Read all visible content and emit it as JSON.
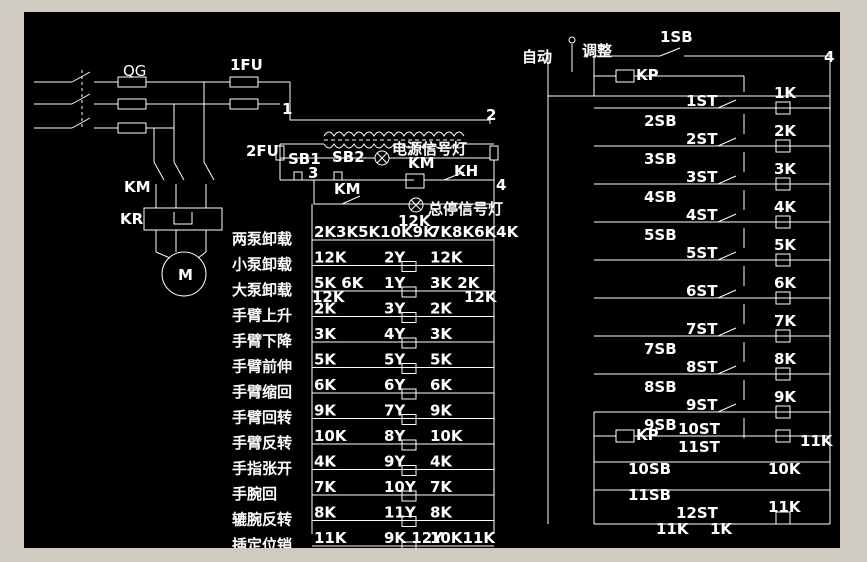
{
  "left": {
    "qg": "QG",
    "fu1": "1FU",
    "n1": "1",
    "n2": "2",
    "km": "KM",
    "kr": "KR",
    "motor": "M"
  },
  "mid": {
    "fu2": "2FU",
    "sb1": "SB1",
    "sb2": "SB2",
    "n3": "3",
    "n4": "4",
    "km_a": "KM",
    "km_b": "KM",
    "kh": "KH",
    "power_lamp": "电源信号灯",
    "stop_lamp": "总停信号灯",
    "k12_top": "12K",
    "rows": [
      {
        "label": "两泵卸载",
        "c1": "2K3K5K10K9K",
        "c2": "",
        "c3": "7K8K6K4K"
      },
      {
        "label": "小泵卸载",
        "c1": "12K",
        "c2": "2Y",
        "c3": "12K"
      },
      {
        "label": "大泵卸载",
        "c1": "5K 6K",
        "c2": "1Y",
        "c3": "3K 2K"
      },
      {
        "label": "手臂上升",
        "c1": "2K",
        "c2": "3Y",
        "c3": "2K"
      },
      {
        "label": "手臂下降",
        "c1": "3K",
        "c2": "4Y",
        "c3": "3K"
      },
      {
        "label": "手臂前伸",
        "c1": "5K",
        "c2": "5Y",
        "c3": "5K"
      },
      {
        "label": "手臂缩回",
        "c1": "6K",
        "c2": "6Y",
        "c3": "6K"
      },
      {
        "label": "手臂回转",
        "c1": "9K",
        "c2": "7Y",
        "c3": "9K"
      },
      {
        "label": "手臂反转",
        "c1": "10K",
        "c2": "8Y",
        "c3": "10K"
      },
      {
        "label": "手指张开",
        "c1": "4K",
        "c2": "9Y",
        "c3": "4K"
      },
      {
        "label": "手腕回",
        "c1": "7K",
        "c2": "10Y",
        "c3": "7K"
      },
      {
        "label": "辘腕反转",
        "c1": "8K",
        "c2": "11Y",
        "c3": "8K"
      },
      {
        "label": "插定位销",
        "c1": "11K",
        "c2": "9K 12Y",
        "c3": "10K11K"
      }
    ],
    "k12_a": "12K",
    "k12_b": "12K"
  },
  "right": {
    "auto": "自动",
    "adjust": "调整",
    "sb1": "1SB",
    "n4": "4",
    "kp1": "KP",
    "kp2": "KP",
    "rows": [
      {
        "sb": "2SB",
        "st": "1ST",
        "k": "1K"
      },
      {
        "sb": "3SB",
        "st": "2ST",
        "k": "2K"
      },
      {
        "sb": "4SB",
        "st": "3ST",
        "k": "3K"
      },
      {
        "sb": "5SB",
        "st": "4ST",
        "k": "4K"
      },
      {
        "sb": "",
        "st": "5ST",
        "k": "5K"
      },
      {
        "sb": "",
        "st": "6ST",
        "k": "6K"
      },
      {
        "sb": "7SB",
        "st": "7ST",
        "k": "7K"
      },
      {
        "sb": "8SB",
        "st": "8ST",
        "k": "8K"
      },
      {
        "sb": "9SB",
        "st": "9ST",
        "k": "9K"
      }
    ],
    "st10": "10ST",
    "st11": "11ST",
    "sb10": "10SB",
    "sb11": "11SB",
    "k11": "11K",
    "k10": "10K",
    "st12": "12ST",
    "k11b": "11K",
    "k11c": "11K",
    "k1": "1K"
  }
}
